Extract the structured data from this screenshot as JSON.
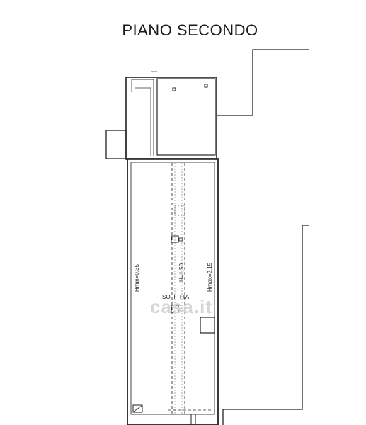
{
  "plan": {
    "title": "PIANO SECONDO",
    "room_label": "SOFFITTA",
    "height_min_label": "Hmin=0,35",
    "height_mid_label": "H=1,50",
    "height_max_label": "Hmax=2,15",
    "watermark": "casa.it"
  }
}
